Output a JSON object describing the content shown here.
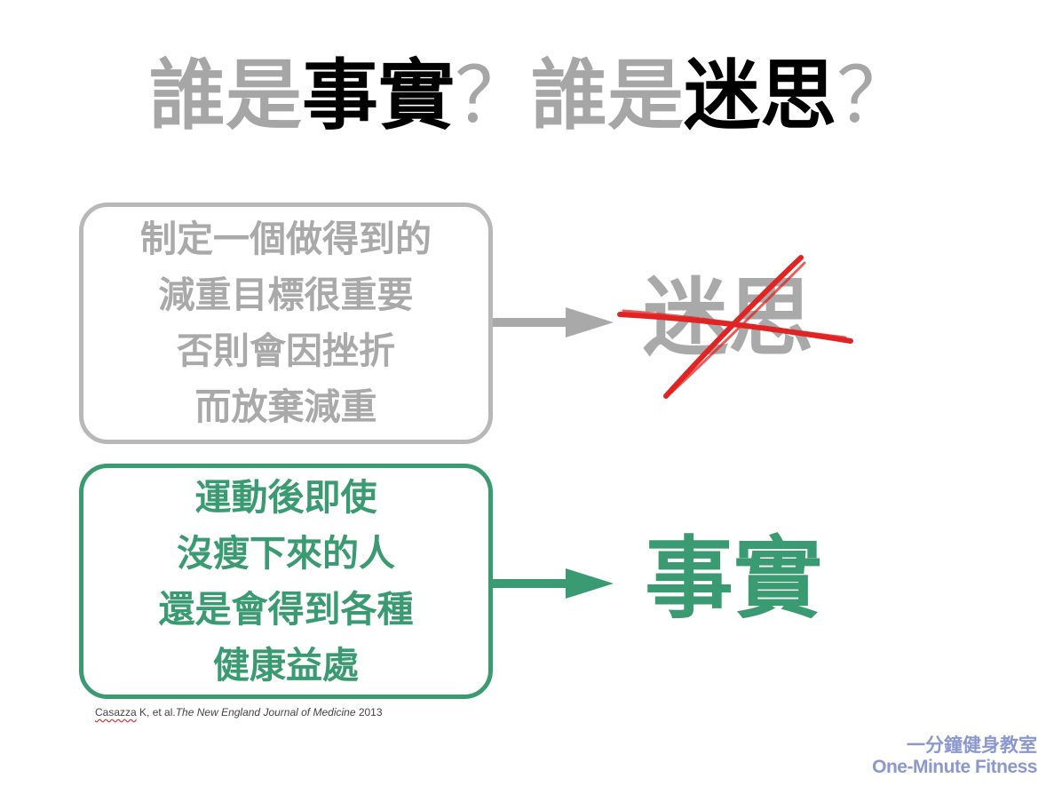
{
  "title": {
    "part1": "誰是",
    "part2": "事實",
    "part3": "？",
    "part4": "誰是",
    "part5": "迷思",
    "part6": "？"
  },
  "myth_claim": {
    "lines": [
      "制定一個做得到的",
      "減重目標很重要",
      "否則會因挫折",
      "而放棄減重"
    ],
    "verdict": "迷思",
    "box_color": "#b8b8b8",
    "strike_color": "#e02424"
  },
  "fact_claim": {
    "lines": [
      "運動後即使",
      "沒瘦下來的人",
      "還是會得到各種",
      "健康益處"
    ],
    "verdict": "事實",
    "box_color": "#3a9a72"
  },
  "citation": {
    "author": "Casazza",
    "rest": " K, et al.",
    "journal": "The New England Journal of Medicine",
    "year": " 2013"
  },
  "brand": {
    "name_zh": "一分鐘健身教室",
    "name_en": "One-Minute Fitness",
    "color": "#8b98cf"
  }
}
